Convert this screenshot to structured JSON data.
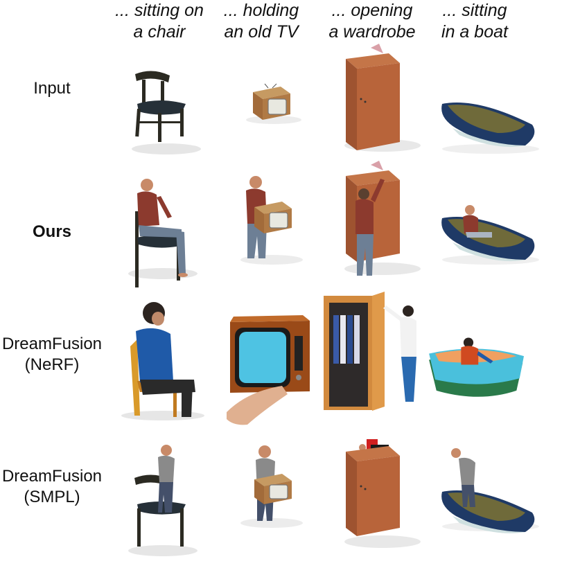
{
  "columns": [
    {
      "line1": "... sitting on",
      "line2": "a chair"
    },
    {
      "line1": "... holding",
      "line2": "an old TV"
    },
    {
      "line1": "... opening",
      "line2": "a wardrobe"
    },
    {
      "line1": "... sitting",
      "line2": "in a boat"
    }
  ],
  "rows": [
    {
      "line1": "Input",
      "line2": ""
    },
    {
      "line1": "Ours",
      "line2": ""
    },
    {
      "line1": "DreamFusion",
      "line2": "(NeRF)"
    },
    {
      "line1": "DreamFusion",
      "line2": "(SMPL)"
    }
  ],
  "colors": {
    "chair": "#2b2a22",
    "chair_seat": "#263038",
    "tv_wood": "#b07a45",
    "tv_screen": "#e8e8e0",
    "wardrobe": "#b8643a",
    "boat_hull": "#1f3a66",
    "boat_stripe": "#cfe0e0",
    "shirt_ours": "#8c3a2e",
    "jeans": "#6d7f95",
    "shirt_nerf": "#1f5aa8",
    "shirt_smpl": "#8a8a8a",
    "skin": "#c88a68"
  }
}
